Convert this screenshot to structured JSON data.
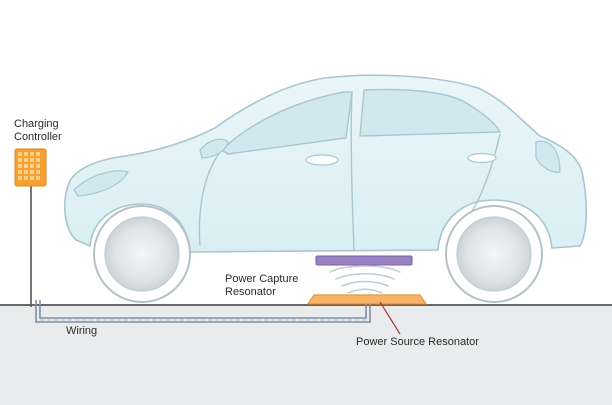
{
  "labels": {
    "charging_controller_line1": "Charging",
    "charging_controller_line2": "Controller",
    "power_capture_line1": "Power Capture",
    "power_capture_line2": "Resonator",
    "wiring": "Wiring",
    "power_source": "Power Source Resonator"
  },
  "colors": {
    "car_body": "#e3f2f6",
    "car_outline": "#a9c6d0",
    "window": "#d2e8ef",
    "ground": "#e9ebec",
    "controller": "#f5a031",
    "capture_resonator": "#9b82c2",
    "source_resonator": "#f7b466",
    "leader_line": "#a33b35",
    "wiring": "#7f8fa6"
  }
}
